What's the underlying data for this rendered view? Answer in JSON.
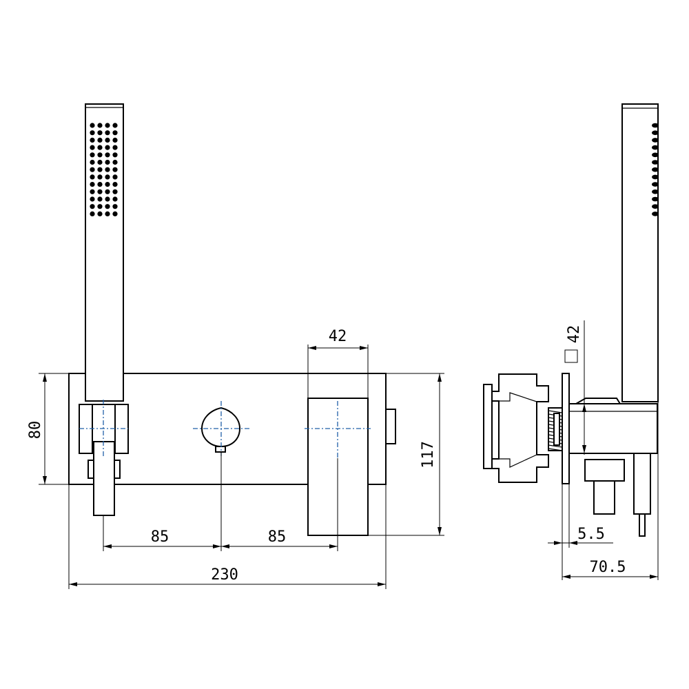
{
  "front_view": {
    "dim_width_total": "230",
    "dim_spacing_left": "85",
    "dim_spacing_right": "85",
    "dim_height_plate": "80",
    "dim_height_overall": "117",
    "dim_handle_width": "42"
  },
  "side_view": {
    "dim_square_size": "42",
    "dim_plate_thickness": "5.5",
    "dim_projection": "70.5"
  },
  "colors": {
    "outline": "#000000",
    "centerline": "#1f5fa8",
    "background": "#ffffff"
  }
}
